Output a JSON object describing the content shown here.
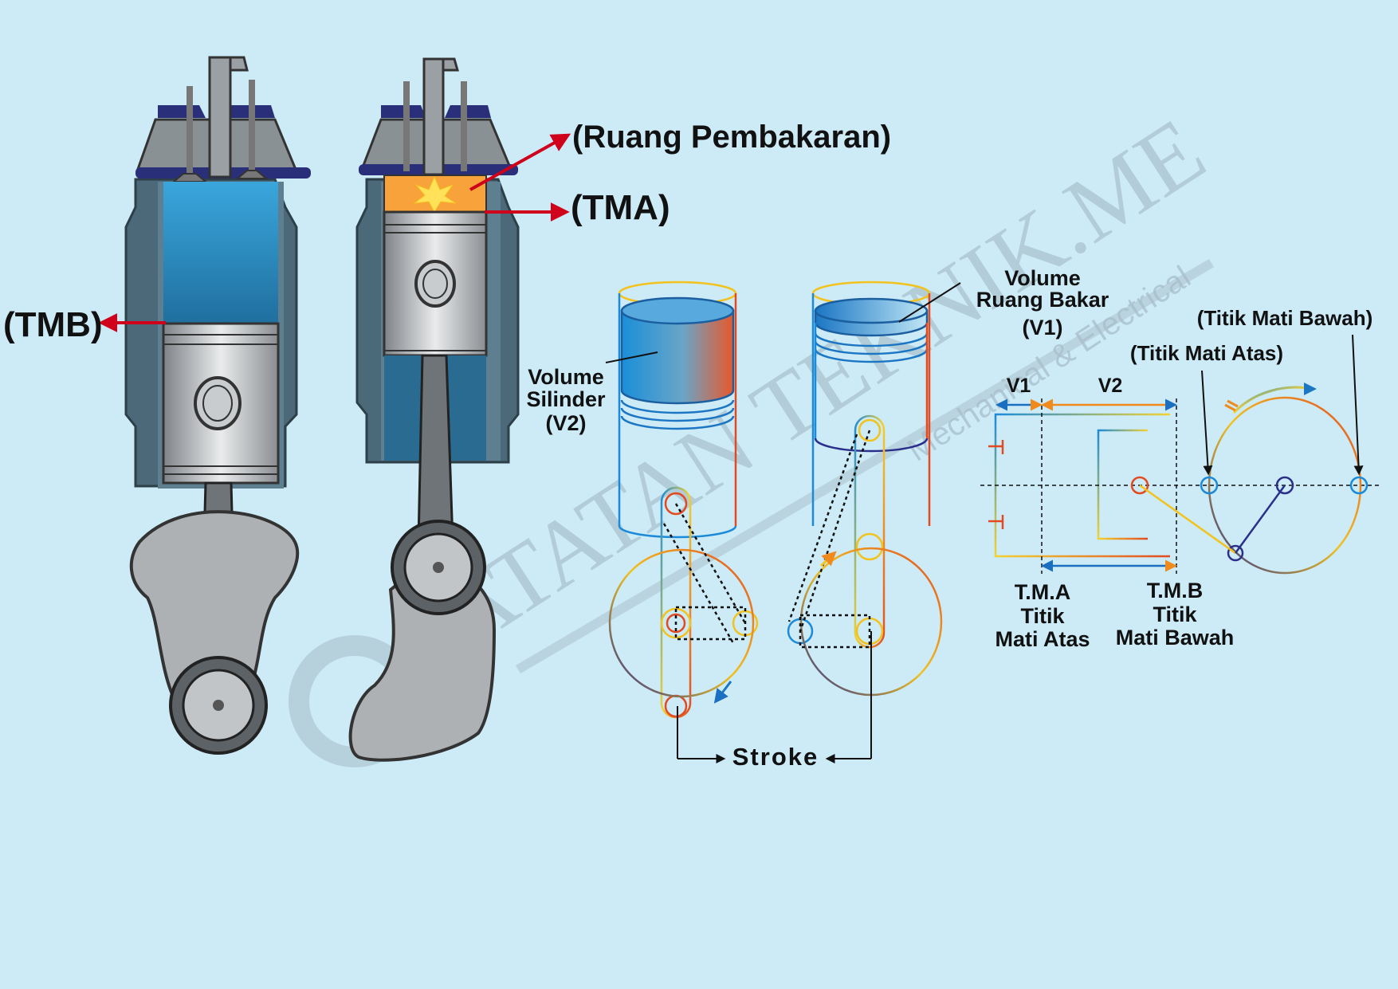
{
  "labels": {
    "tmb": "(TMB)",
    "ruang_pembakaran": "(Ruang Pembakaran)",
    "tma": "(TMA)",
    "volume_silinder_line1": "Volume",
    "volume_silinder_line2": "Silinder",
    "volume_silinder_line3": "(V2)",
    "volume_ruang_bakar_line1": "Volume",
    "volume_ruang_bakar_line2": "Ruang Bakar",
    "volume_ruang_bakar_line3": "(V1)",
    "stroke": "Stroke",
    "titik_mati_bawah": "(Titik Mati Bawah)",
    "titik_mati_atas": "(Titik Mati Atas)",
    "v1": "V1",
    "v2": "V2",
    "tma_abbr": "T.M.A",
    "tma_line2": "Titik",
    "tma_line3": "Mati Atas",
    "tmb_abbr": "T.M.B",
    "tmb_line2": "Titik",
    "tmb_line3": "Mati Bawah"
  },
  "watermark": {
    "brand": "CATATAN TEKNIK.ME",
    "tagline": "Mechanical & Electrical"
  },
  "colors": {
    "background": "#cdebf7",
    "arrow_red": "#d0021b",
    "cylinder_blue": "#2f8fc7",
    "combustion_orange": "#f7a23b",
    "engine_dark": "#4b6978"
  }
}
